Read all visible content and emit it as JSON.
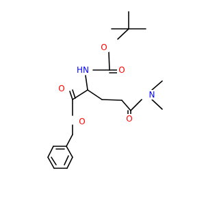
{
  "molecule": {
    "atoms": {
      "boc_ether_o": "O",
      "boc_carbonyl_o": "O",
      "carbamate_nh": "HN",
      "ester_carbonyl_o": "O",
      "ester_o": "O",
      "amide_n": "N",
      "amide_o": "O"
    },
    "colors": {
      "bond": "#000000",
      "oxygen": "#ff0000",
      "nitrogen": "#0000ff"
    }
  }
}
